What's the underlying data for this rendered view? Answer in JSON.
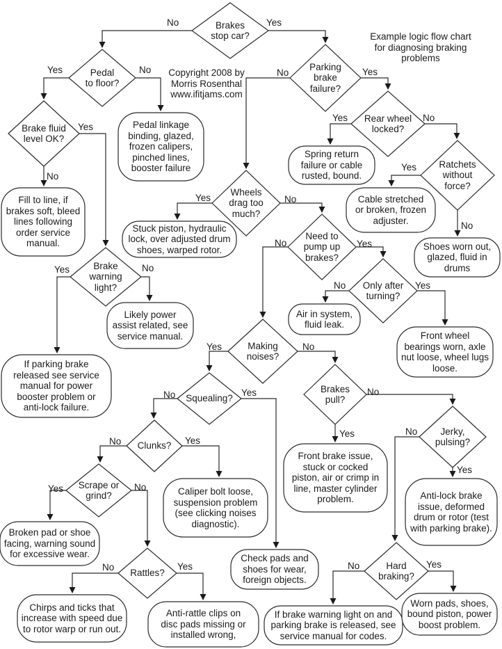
{
  "title": "Example logic flow chart\nfor diagnosing braking\nproblems",
  "copyright": "Copyright 2008 by\nMorris Rosenthal\nwww.ifitjams.com",
  "branch_labels": {
    "yes": "Yes",
    "no": "No"
  },
  "decisions": {
    "stop": "Brakes\nstop car?",
    "pedal": "Pedal\nto floor?",
    "fluid": "Brake fluid\nlevel OK?",
    "warning_light": "Brake\nwarning\nlight?",
    "parking": "Parking\nbrake\nfailure?",
    "rear_wheel": "Rear wheel\nlocked?",
    "ratchets": "Ratchets\nwithout\nforce?",
    "drag": "Wheels\ndrag too\nmuch?",
    "pump": "Need to\npump up\nbrakes?",
    "turning": "Only after\nturning?",
    "noises": "Making\nnoises?",
    "squealing": "Squealing?",
    "pull": "Brakes\npull?",
    "jerky": "Jerky,\npulsing?",
    "clunks": "Clunks?",
    "scrape": "Scrape or\ngrind?",
    "rattles": "Rattles?",
    "hard": "Hard\nbraking?"
  },
  "results": {
    "linkage": "Pedal linkage\nbinding, glazed,\nfrozen calipers,\npinched lines,\nbooster failure",
    "fill_line": "Fill to line, if\nbrakes soft, bleed\nlines following\norder service\nmanual.",
    "spring_return": "Spring return\nfailure or cable\nrusted, bound.",
    "cable_stretched": "Cable stretched\nor broken, frozen\nadjuster.",
    "shoes_worn": "Shoes worn out,\nglazed, fluid in\ndrums",
    "stuck_piston": "Stuck piston, hydraulic\nlock, over adjusted drum\nshoes, warped rotor.",
    "power_assist": "Likely power\nassist related, see\nservice manual.",
    "parking_released": "If parking brake\nreleased see service\nmanual for power\nbooster problem or\nanti-lock failure.",
    "air_system": "Air in system,\nfluid leak.",
    "wheel_bearings": "Front wheel\nbearings worn, axle\nnut loose, wheel lugs\nloose.",
    "front_brake": "Front brake issue,\nstuck or cocked\npiston, air or crimp in\nline, master cylinder\nproblem.",
    "anti_lock": "Anti-lock brake\nissue, deformed\ndrum or rotor (test\nwith parking brake).",
    "caliper_bolt": "Caliper bolt loose,\nsuspension problem\n(see clicking noises\ndiagnostic).",
    "broken_pad": "Broken pad or shoe\nfacing, warning sound\nfor excessive wear.",
    "check_pads": "Check pads and\nshoes for wear,\nforeign objects.",
    "chirps": "Chirps and ticks that\nincrease with speed due\nto rotor warp or run out.",
    "anti_rattle": "Anti-rattle clips on\ndisc pads missing or\ninstalled wrong,",
    "warning_codes": "If brake warning light on and\nparking brake is released, see\nservice manual for codes.",
    "worn_pads": "Worn pads, shoes,\nbound piston, power\nboost problem."
  }
}
